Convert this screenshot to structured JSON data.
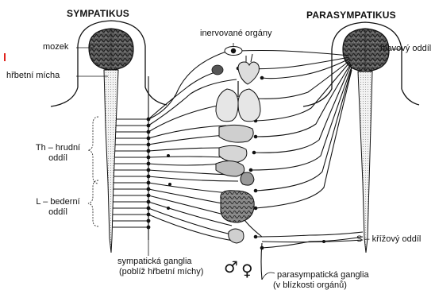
{
  "titles": {
    "left": "SYMPATIKUS",
    "right": "PARASYMPATIKUS"
  },
  "labels": {
    "brain": "mozek",
    "spinal_cord": "hřbetní mícha",
    "organs": "inervované orgány",
    "head_part": "hlavový oddíl",
    "thoracic_line1": "Th – hrudní",
    "thoracic_line2": "oddíl",
    "lumbar_line1": "L – bederní",
    "lumbar_line2": "oddíl",
    "sacral": "S – křížový oddíl",
    "symp_ganglia_line1": "sympatická ganglia",
    "symp_ganglia_line2": "(poblíž hřbetní míchy)",
    "para_ganglia_line1": "parasympatická ganglia",
    "para_ganglia_line2": "(v blízkosti orgánů)"
  },
  "symbols": {
    "male": "♂",
    "female": "♀"
  },
  "colors": {
    "ink": "#111111",
    "accent": "#e0231c"
  }
}
